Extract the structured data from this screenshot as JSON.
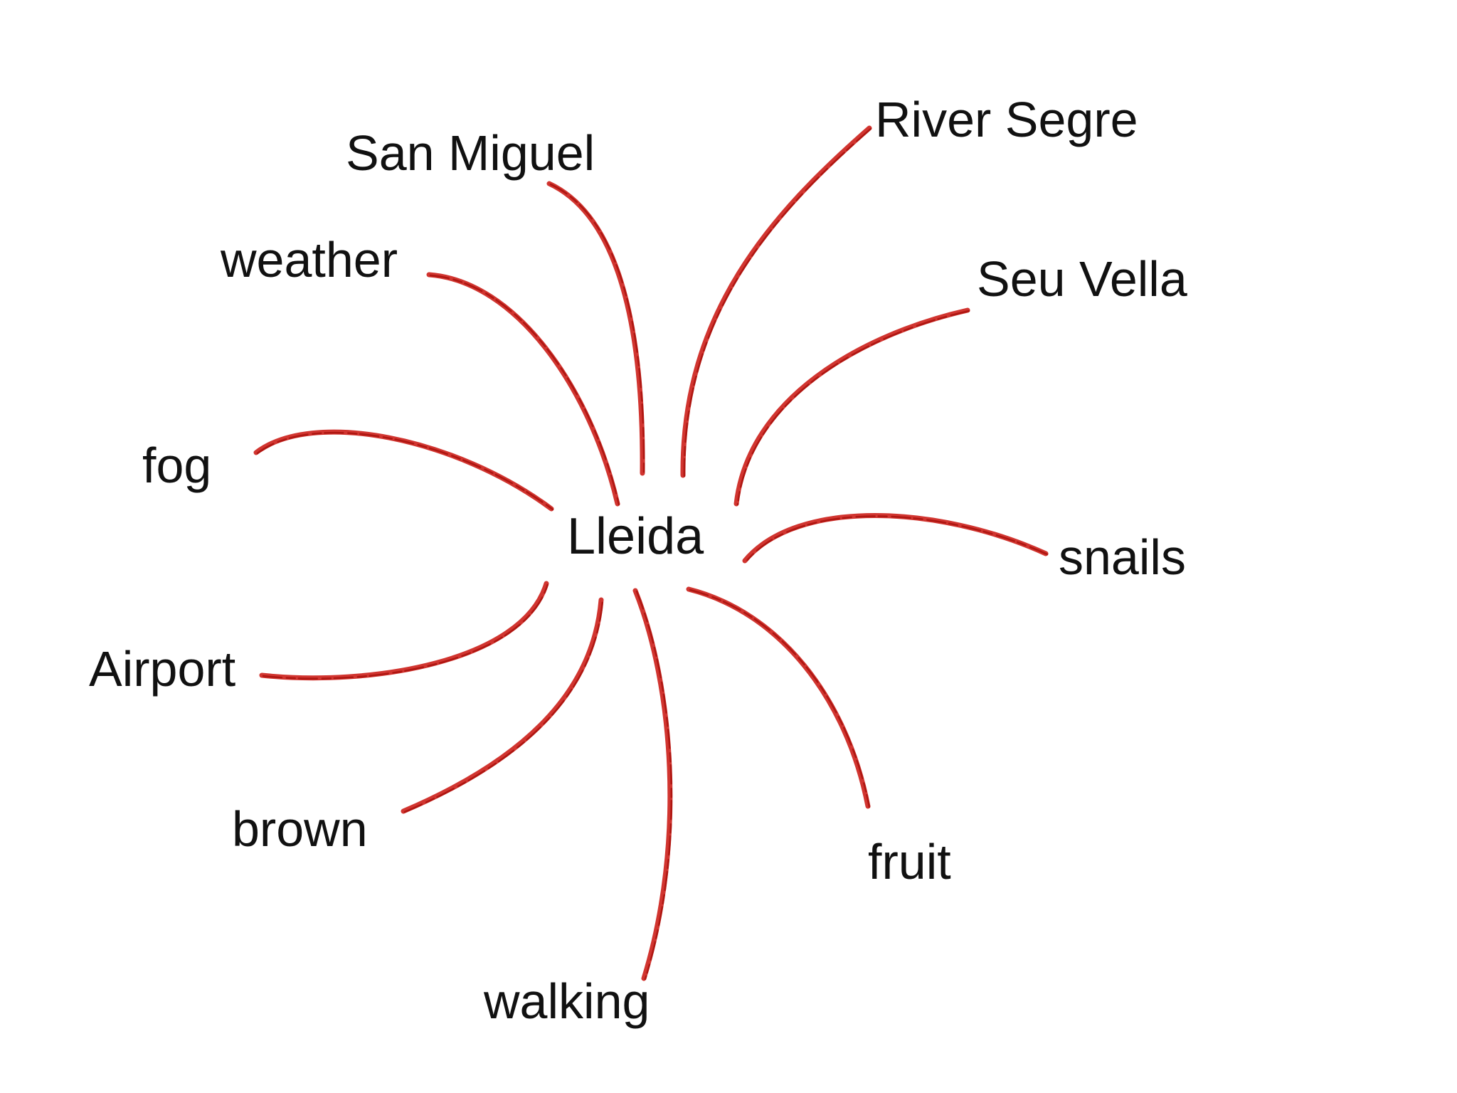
{
  "diagram": {
    "center": "Lleida",
    "branches": [
      {
        "id": "san-miguel",
        "label": "San Miguel"
      },
      {
        "id": "river-segre",
        "label": "River Segre"
      },
      {
        "id": "weather",
        "label": "weather"
      },
      {
        "id": "seu-vella",
        "label": "Seu Vella"
      },
      {
        "id": "fog",
        "label": "fog"
      },
      {
        "id": "snails",
        "label": "snails"
      },
      {
        "id": "airport",
        "label": "Airport"
      },
      {
        "id": "brown",
        "label": "brown"
      },
      {
        "id": "fruit",
        "label": "fruit"
      },
      {
        "id": "walking",
        "label": "walking"
      }
    ]
  },
  "colors": {
    "stroke": "#cc1f1a",
    "stroke_dark": "#a8100c",
    "text": "#111111",
    "background": "#ffffff"
  }
}
